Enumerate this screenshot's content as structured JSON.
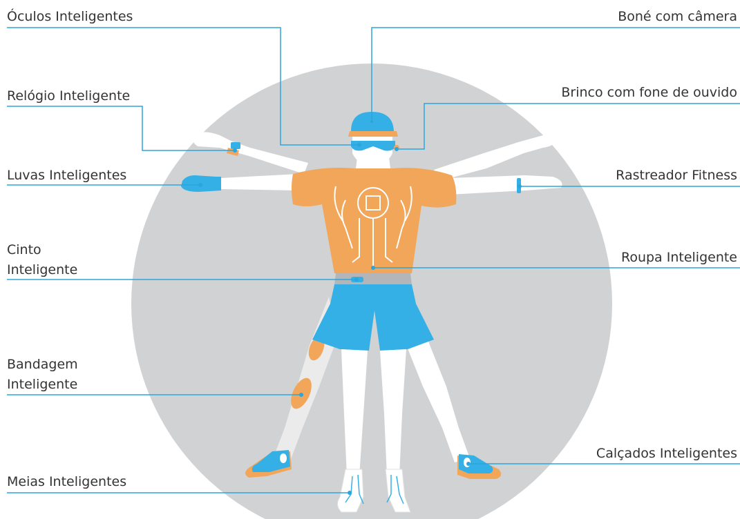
{
  "colors": {
    "circle": "#d1d2d4",
    "body": "#ffffff",
    "limb_shadow": "#ebebeb",
    "accent_orange": "#f2a65a",
    "accent_blue": "#35b0e6",
    "waistband": "#b3b5b8",
    "leader_line": "#2aa6dc",
    "text": "#333333"
  },
  "labels": {
    "oculos": "Óculos Inteligentes",
    "bone": "Boné com câmera",
    "relogio": "Relógio Inteligente",
    "brinco": "Brinco com fone de ouvido",
    "luvas": "Luvas Inteligentes",
    "rastreador": "Rastreador Fitness",
    "cinto_1": "Cinto",
    "cinto_2": "Inteligente",
    "roupa": "Roupa Inteligente",
    "bandagem_1": "Bandagem",
    "bandagem_2": "Inteligente",
    "calcados": "Calçados Inteligentes",
    "meias": "Meias Inteligentes"
  }
}
